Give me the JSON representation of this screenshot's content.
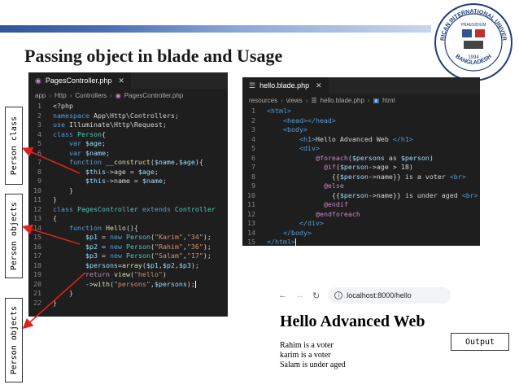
{
  "slide": {
    "title": "Passing object in blade and Usage"
  },
  "logo": {
    "top_text": "AMERICAN INTERNATIONAL UNIVERSITY",
    "bottom_text": "BANGLADESH",
    "year": "1994",
    "motto": "PRAESIDIUM"
  },
  "editor_controller": {
    "tab_label": "PagesController.php",
    "breadcrumbs": [
      "app",
      "Http",
      "Controllers",
      "PagesController.php"
    ],
    "line_numbers": [
      "1",
      "2",
      "3",
      "4",
      "5",
      "6",
      "7",
      "8",
      "9",
      "10",
      "11",
      "12",
      "13",
      "14",
      "15",
      "16",
      "17",
      "18",
      "19",
      "20",
      "21",
      "22"
    ]
  },
  "editor_blade": {
    "tab_label": "hello.blade.php",
    "breadcrumbs": [
      "resources",
      "views",
      "hello.blade.php",
      "html"
    ],
    "line_numbers": [
      "1",
      "2",
      "3",
      "4",
      "5",
      "6",
      "7",
      "8",
      "9",
      "10",
      "11",
      "12",
      "13",
      "14",
      "15"
    ]
  },
  "browser": {
    "url": "localhost:8000/hello",
    "heading": "Hello Advanced Web",
    "output_lines": [
      "Rahim is a voter",
      "karim is a voter",
      "Salam is under aged"
    ]
  },
  "labels": {
    "person_class": "Person class",
    "person_objects_1": "Person objects",
    "person_objects_2": "Person objects",
    "output": "Output"
  },
  "colors": {
    "arrow": "#e0201b",
    "editor_bg": "#1e1e1e",
    "deco_bar": "#2f5597"
  }
}
